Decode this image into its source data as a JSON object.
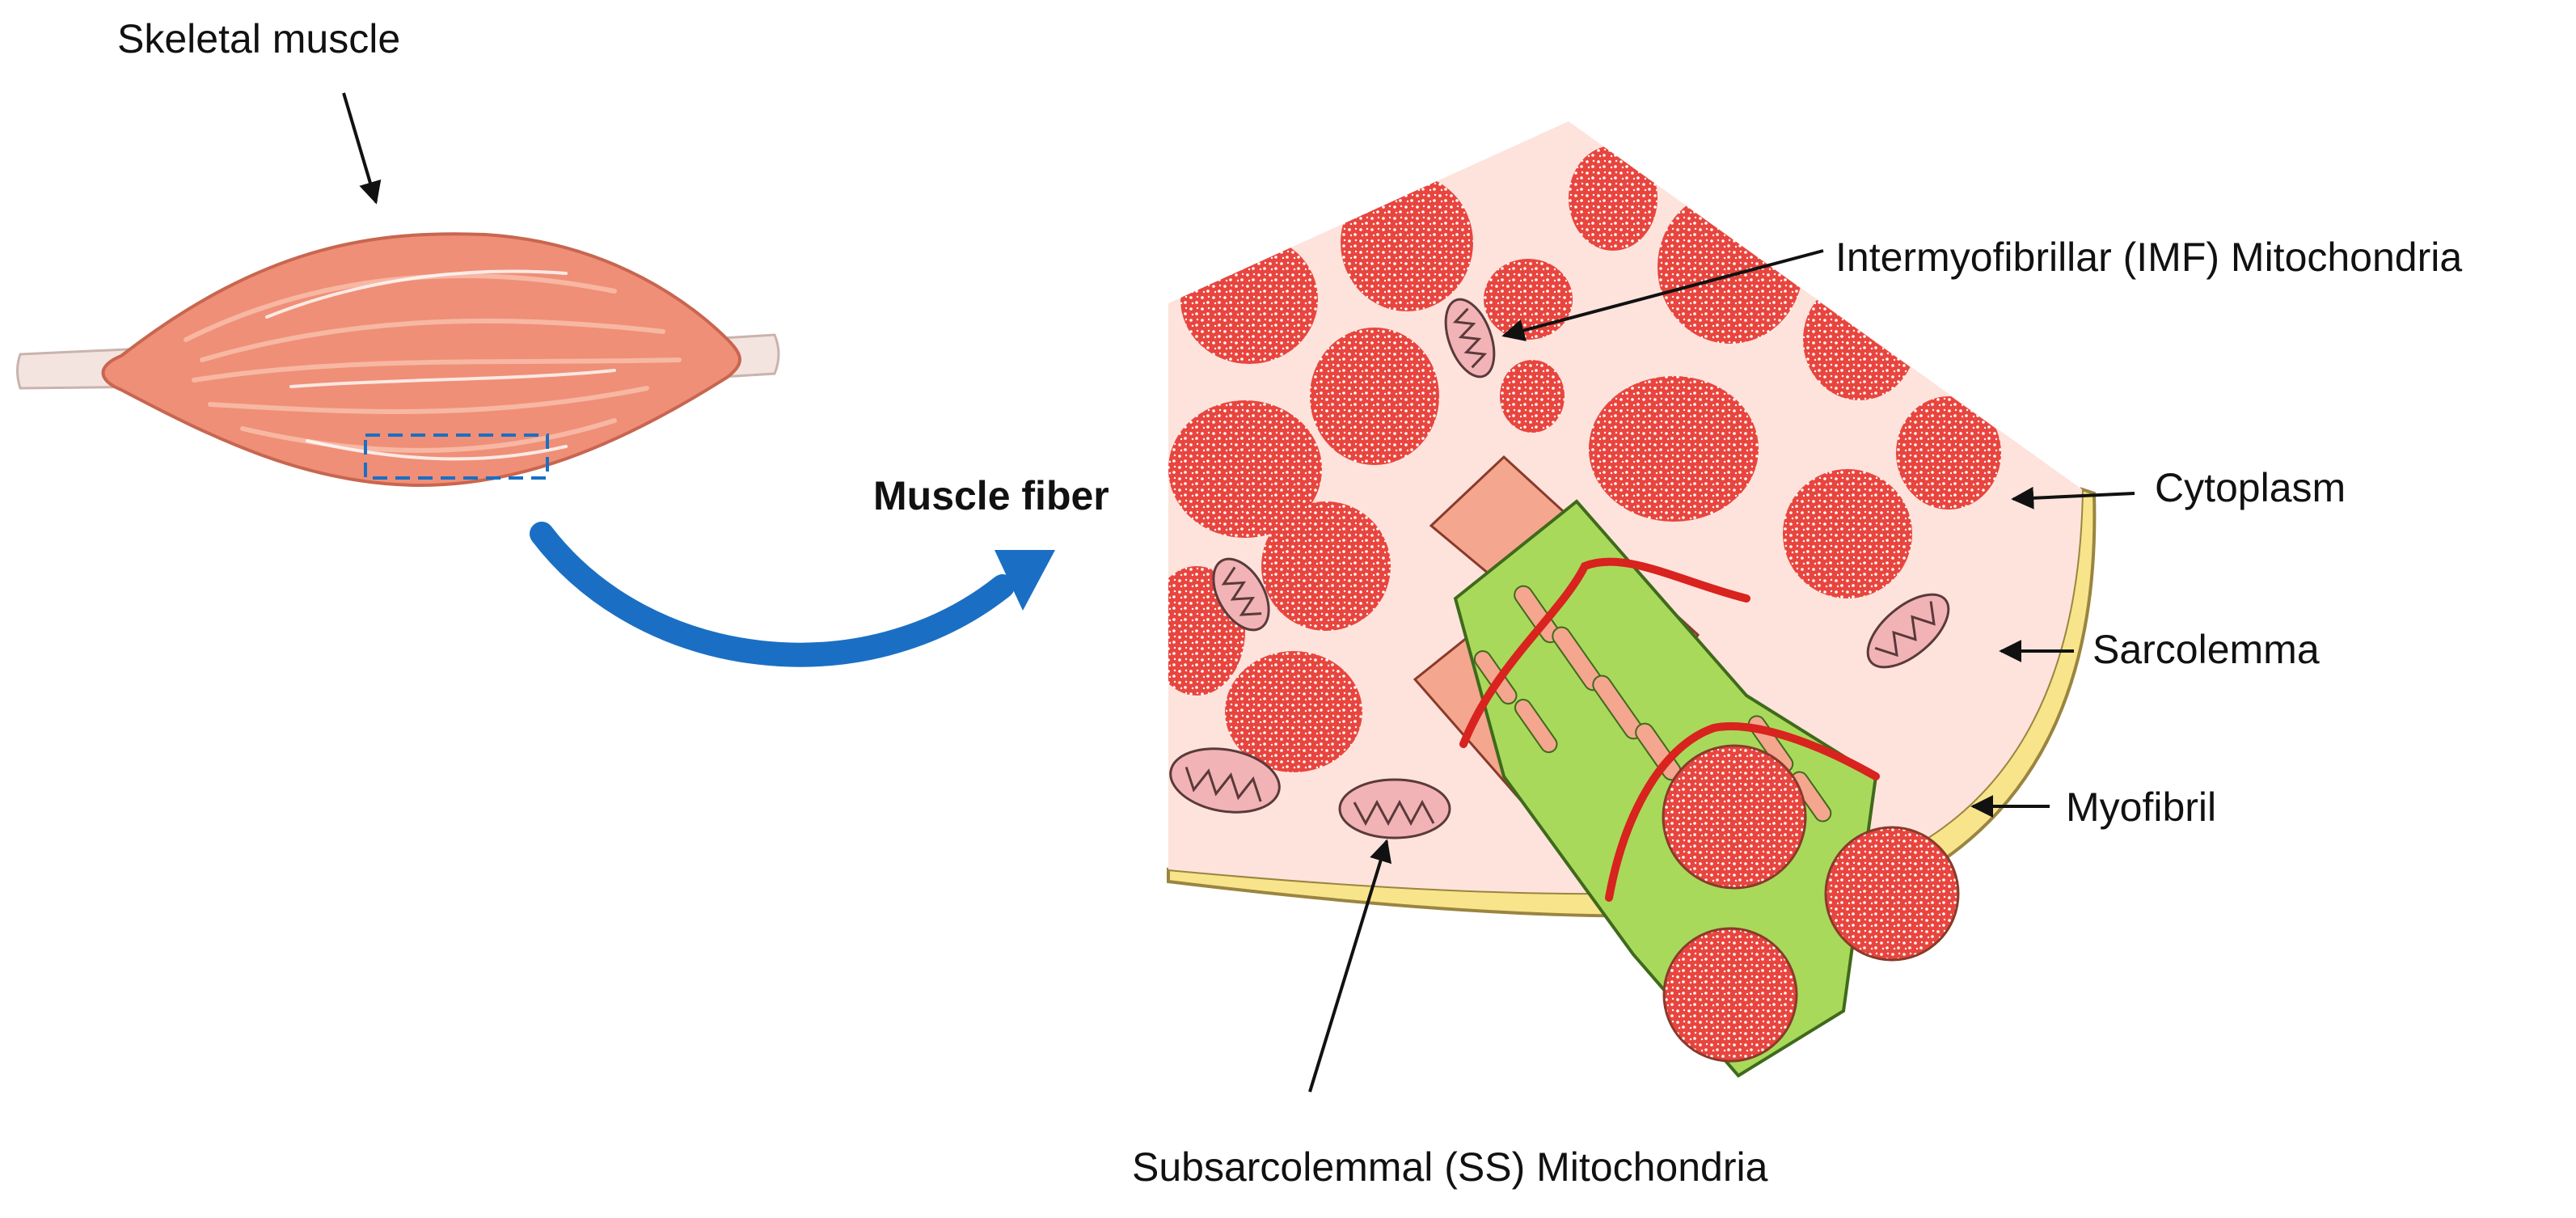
{
  "labels": {
    "skeletal_muscle": "Skeletal muscle",
    "muscle_fiber": "Muscle fiber",
    "imf_mitochondria": "Intermyofibrillar (IMF) Mitochondria",
    "cytoplasm": "Cytoplasm",
    "sarcolemma": "Sarcolemma",
    "myofibril": "Myofibril",
    "ss_mitochondria": "Subsarcolemmal (SS) Mitochondria"
  },
  "colors": {
    "muscle": "#ef8f77",
    "muscle_light": "#f7b7a3",
    "tendon": "#f4e4e0",
    "arrow": "#1a6fc4",
    "myofibril_red": "#e8453e",
    "cytoplasm": "#fde3dc",
    "sarcolemma": "#f8e48a",
    "reticulum": "#a9d95b",
    "mitochondria": "#f2b3b6",
    "vessel": "#d8231e"
  }
}
